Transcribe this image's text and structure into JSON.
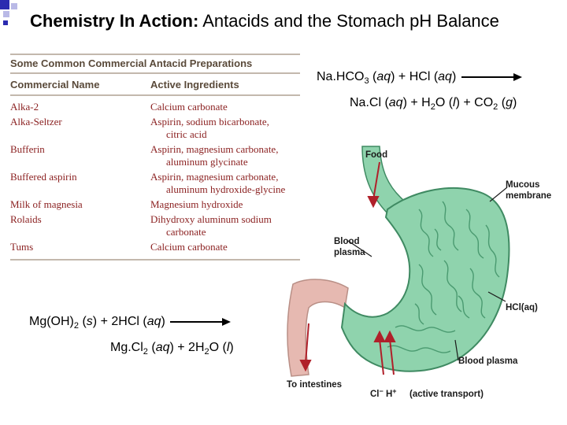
{
  "slide": {
    "title_bold": "Chemistry In Action:",
    "title_rest": " Antacids and the Stomach pH Balance"
  },
  "table": {
    "caption": "Some Common Commercial Antacid Preparations",
    "headers": [
      "Commercial Name",
      "Active Ingredients"
    ],
    "rows": [
      {
        "name": "Alka-2",
        "ingredients": [
          "Calcium carbonate"
        ]
      },
      {
        "name": "Alka-Seltzer",
        "ingredients": [
          "Aspirin, sodium bicarbonate,",
          "citric acid"
        ]
      },
      {
        "name": "Bufferin",
        "ingredients": [
          "Aspirin, magnesium carbonate,",
          "aluminum glycinate"
        ]
      },
      {
        "name": "Buffered aspirin",
        "ingredients": [
          "Aspirin, magnesium carbonate,",
          "aluminum hydroxide-glycine"
        ]
      },
      {
        "name": "Milk of magnesia",
        "ingredients": [
          "Magnesium hydroxide"
        ]
      },
      {
        "name": "Rolaids",
        "ingredients": [
          "Dihydroxy aluminum sodium",
          "carbonate"
        ]
      },
      {
        "name": "Tums",
        "ingredients": [
          "Calcium carbonate"
        ]
      }
    ]
  },
  "equations": {
    "eq1_reactants": "Na.HCO3 (aq) + HCl (aq)",
    "eq1_products": "Na.Cl (aq) + H2O (l) + CO2 (g)",
    "eq2_reactants": "Mg(OH)2 (s) + 2HCl (aq)",
    "eq2_products": "Mg.Cl2 (aq) + 2H2O (l)"
  },
  "figure": {
    "labels": {
      "food": "Food",
      "mucous": "Mucous",
      "membrane": "membrane",
      "blood1": "Blood",
      "plasma1": "plasma",
      "hcl": "HCl(aq)",
      "blood_plasma": "Blood plasma",
      "to_intestines": "To intestines",
      "transport": "(active transport)"
    }
  },
  "colors": {
    "stomach_fill": "#8fd3ad",
    "stomach_stroke": "#3f8a62",
    "intestine": "#e6b9b1",
    "arrow_red": "#b0202a"
  }
}
